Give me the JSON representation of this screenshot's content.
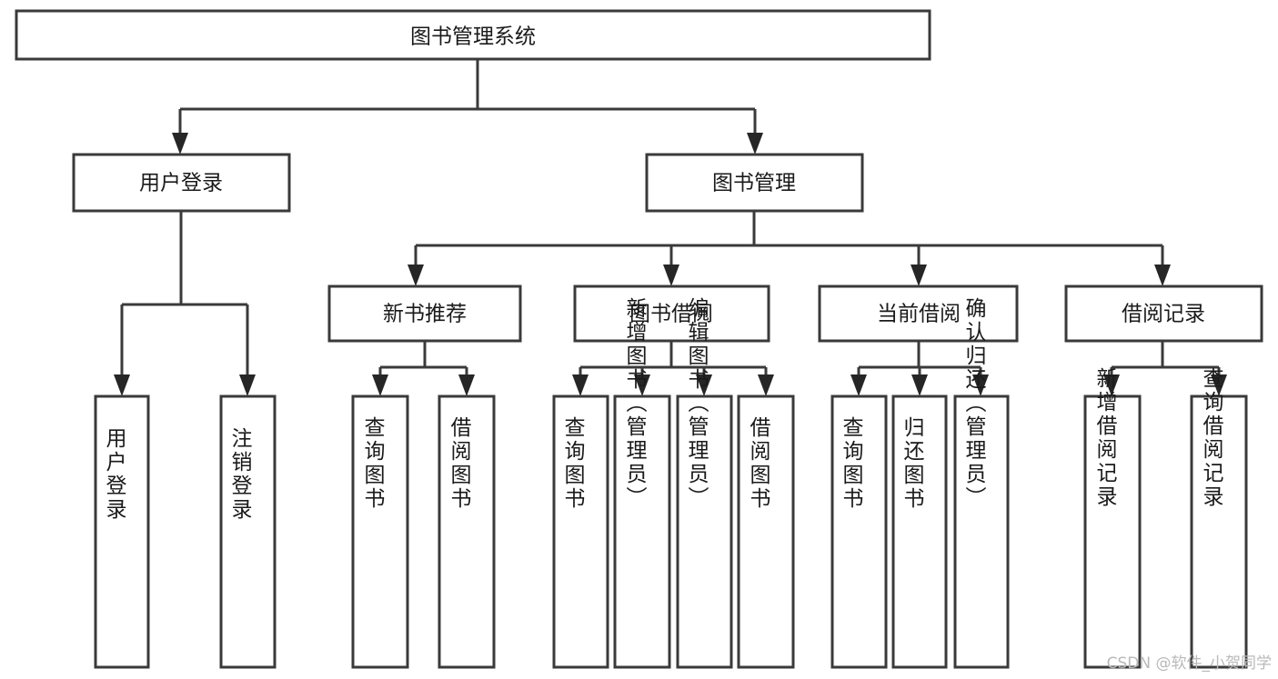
{
  "diagram": {
    "title": "图书管理系统",
    "type": "tree-hierarchy",
    "root": {
      "label": "图书管理系统"
    },
    "level2": [
      {
        "label": "用户登录"
      },
      {
        "label": "图书管理"
      }
    ],
    "level3": [
      {
        "label": "新书推荐"
      },
      {
        "label": "图书借阅"
      },
      {
        "label": "当前借阅"
      },
      {
        "label": "借阅记录"
      }
    ],
    "leaves": {
      "user_login": [
        {
          "label": "用户登录"
        },
        {
          "label": "注销登录"
        }
      ],
      "new_book_recommend": [
        {
          "label": "查询图书"
        },
        {
          "label": "借阅图书"
        }
      ],
      "book_borrow": [
        {
          "label": "查询图书"
        },
        {
          "label": "新增图书（管理员）"
        },
        {
          "label": "编辑图书（管理员）"
        },
        {
          "label": "借阅图书"
        }
      ],
      "current_borrow": [
        {
          "label": "查询图书"
        },
        {
          "label": "归还图书"
        },
        {
          "label": "确认归还（管理员）"
        }
      ],
      "borrow_record": [
        {
          "label": "新增借阅记录"
        },
        {
          "label": "查询借阅记录"
        }
      ]
    }
  },
  "watermark": {
    "text": "CSDN @软件_小贺同学"
  },
  "colors": {
    "box_stroke": "#3a3a3a",
    "box_fill": "#ffffff",
    "line": "#3a3a3a",
    "text": "#1a1a1a",
    "watermark": "#b9b9b9",
    "background": "#ffffff"
  }
}
